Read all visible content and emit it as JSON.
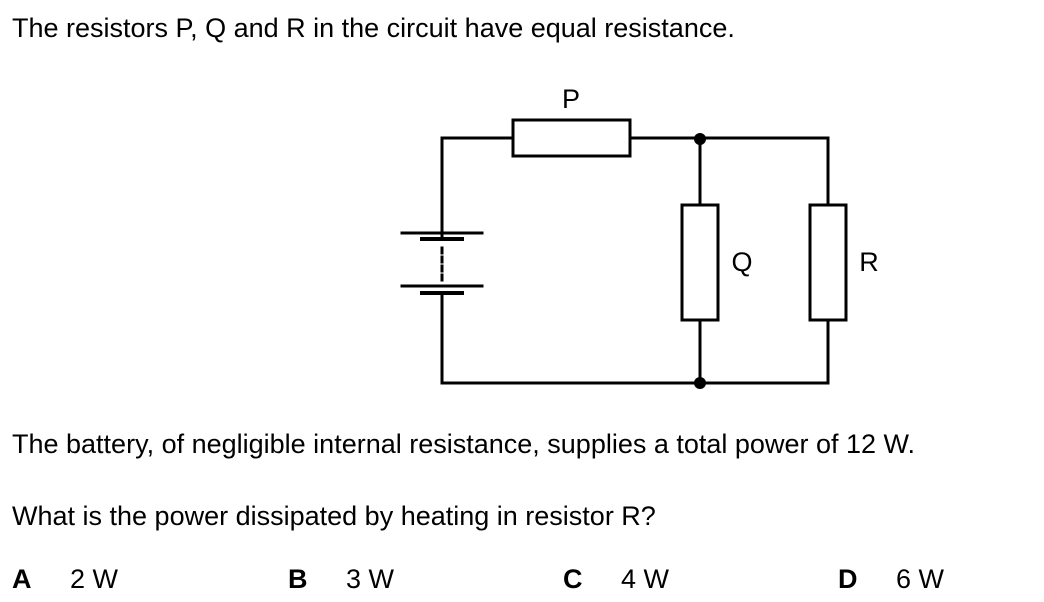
{
  "question": {
    "intro": "The resistors P, Q and R in the circuit have equal resistance.",
    "statement": "The battery, of negligible internal resistance, supplies a total power of 12 W.",
    "prompt": "What is the power dissipated by heating in resistor R?"
  },
  "circuit": {
    "labels": {
      "p": "P",
      "q": "Q",
      "r": "R"
    },
    "line_color": "#000000"
  },
  "options": [
    {
      "letter": "A",
      "value": "2 W"
    },
    {
      "letter": "B",
      "value": "3 W"
    },
    {
      "letter": "C",
      "value": "4 W"
    },
    {
      "letter": "D",
      "value": "6 W"
    }
  ]
}
